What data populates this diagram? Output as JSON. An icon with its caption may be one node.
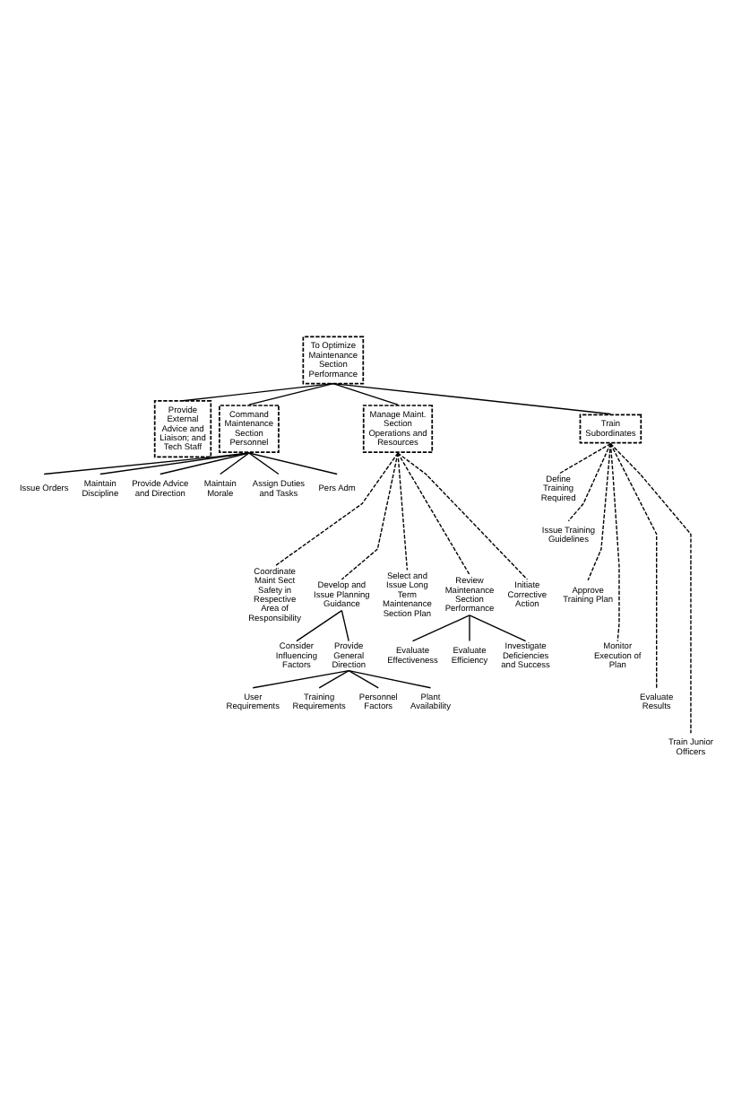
{
  "diagram": {
    "nodes": [
      {
        "text": [
          "To Optimize Maintenance Section Performance"
        ]
      },
      {
        "text": [
          "Provide External Advice and Liaison; and Tech Staff"
        ]
      },
      {
        "text": [
          "Command Maintenance Section Personnel"
        ]
      },
      {
        "text": [
          "Manage Maint. Section Operations and Resources"
        ]
      },
      {
        "text": [
          "Train Subordinates"
        ]
      },
      {
        "text": [
          "Issue Orders"
        ]
      },
      {
        "text": [
          "Maintain Discipline"
        ]
      },
      {
        "text": [
          "Provide Advice and Direction"
        ]
      },
      {
        "text": [
          "Maintain Morale"
        ]
      },
      {
        "text": [
          "Assign Duties and Tasks"
        ]
      },
      {
        "text": [
          "Pers Adm"
        ]
      },
      {
        "text": [
          "Define Training Required"
        ]
      },
      {
        "text": [
          "Issue Training Guidelines"
        ]
      },
      {
        "text": [
          "Approve Training Plan"
        ]
      },
      {
        "text": [
          "Monitor Execution of Plan"
        ]
      },
      {
        "text": [
          "Evaluate Results"
        ]
      },
      {
        "text": [
          "Train Junior Officers"
        ]
      },
      {
        "text": [
          "Coordinate Maint Sect Safety in Respective Area of Responsibility"
        ]
      },
      {
        "text": [
          "Develop and Issue Planning Guidance"
        ]
      },
      {
        "text": [
          "Select and Issue Long Term Maintenance Section Plan"
        ]
      },
      {
        "text": [
          "Review Maintenance Section Performance"
        ]
      },
      {
        "text": [
          "Initiate Corrective Action"
        ]
      },
      {
        "text": [
          "Consider Influencing Factors"
        ]
      },
      {
        "text": [
          "Provide General Direction"
        ]
      },
      {
        "text": [
          "Evaluate Effectiveness"
        ]
      },
      {
        "text": [
          "Evaluate Efficiency"
        ]
      },
      {
        "text": [
          "Investigate Deficiencies and Success"
        ]
      },
      {
        "text": [
          "User Requirements"
        ]
      },
      {
        "text": [
          "Training Requirements"
        ]
      },
      {
        "text": [
          "Personnel Factors"
        ]
      },
      {
        "text": [
          "Plant Availability"
        ]
      }
    ],
    "edges": [
      {
        "from": 0,
        "to": 1,
        "arrow": "none"
      },
      {
        "from": 0,
        "to": 2,
        "arrow": "none"
      },
      {
        "from": 0,
        "to": 3,
        "arrow": "none"
      },
      {
        "from": 0,
        "to": 4,
        "arrow": "none"
      },
      {
        "from": 2,
        "to": 5,
        "arrow": "none"
      },
      {
        "from": 2,
        "to": 6,
        "arrow": "none"
      },
      {
        "from": 2,
        "to": 7,
        "arrow": "none"
      },
      {
        "from": 2,
        "to": 8,
        "arrow": "none"
      },
      {
        "from": 2,
        "to": 9,
        "arrow": "none"
      },
      {
        "from": 2,
        "to": 10,
        "arrow": "none"
      },
      {
        "from": 4,
        "to": 11,
        "arrow": "none",
        "style": "dashed"
      },
      {
        "from": 4,
        "to": 12,
        "arrow": "none",
        "style": "dashed"
      },
      {
        "from": 4,
        "to": 13,
        "arrow": "none",
        "style": "dashed"
      },
      {
        "from": 4,
        "to": 14,
        "arrow": "none",
        "style": "dashed"
      },
      {
        "from": 4,
        "to": 15,
        "arrow": "none",
        "style": "dashed"
      },
      {
        "from": 4,
        "to": 16,
        "arrow": "none",
        "style": "dashed"
      },
      {
        "from": 3,
        "to": 17,
        "arrow": "none",
        "style": "dashed"
      },
      {
        "from": 3,
        "to": 18,
        "arrow": "none",
        "style": "dashed"
      },
      {
        "from": 3,
        "to": 19,
        "arrow": "none",
        "style": "dashed"
      },
      {
        "from": 3,
        "to": 20,
        "arrow": "none",
        "style": "dashed"
      },
      {
        "from": 3,
        "to": 21,
        "arrow": "none",
        "style": "dashed"
      },
      {
        "from": 18,
        "to": 22,
        "arrow": "none"
      },
      {
        "from": 18,
        "to": 23,
        "arrow": "none"
      },
      {
        "from": 20,
        "to": 24,
        "arrow": "none"
      },
      {
        "from": 20,
        "to": 25,
        "arrow": "none"
      },
      {
        "from": 20,
        "to": 26,
        "arrow": "none"
      },
      {
        "from": 23,
        "to": 27,
        "arrow": "none"
      },
      {
        "from": 23,
        "to": 28,
        "arrow": "none"
      },
      {
        "from": 23,
        "to": 29,
        "arrow": "none"
      },
      {
        "from": 23,
        "to": 30,
        "arrow": "none"
      }
    ]
  }
}
